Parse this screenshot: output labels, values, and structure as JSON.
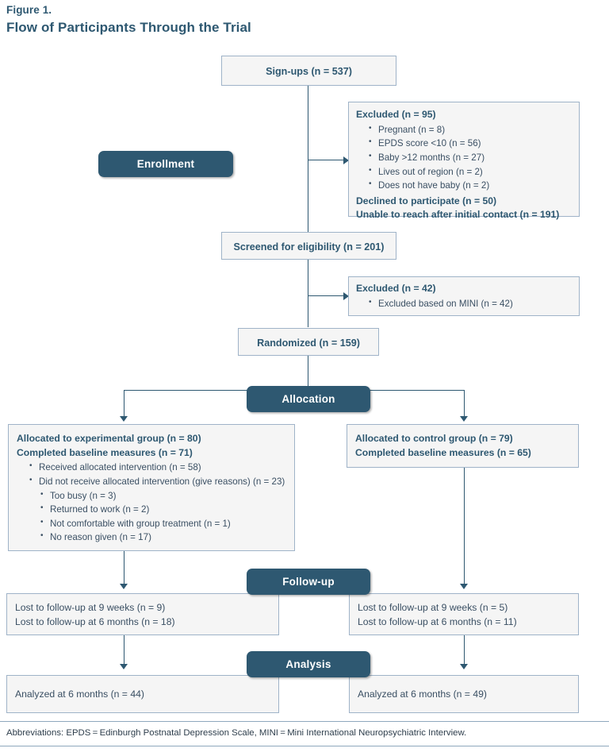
{
  "figure": {
    "label": "Figure 1.",
    "title": "Flow of Participants Through the Trial"
  },
  "colors": {
    "accent_dark": "#2e5871",
    "box_fill": "#f5f5f5",
    "box_border": "#9fb3c8",
    "body_text": "#3a4f63"
  },
  "stages": {
    "enrollment": "Enrollment",
    "allocation": "Allocation",
    "followup": "Follow-up",
    "analysis": "Analysis"
  },
  "nodes": {
    "signups": "Sign-ups (n = 537)",
    "screened": "Screened for eligibility (n = 201)",
    "randomized": "Randomized (n = 159)",
    "excluded_1": {
      "heading": "Excluded (n = 95)",
      "bullets": [
        "Pregnant (n = 8)",
        "EPDS score <10 (n = 56)",
        "Baby >12 months (n = 27)",
        "Lives out of region (n = 2)",
        "Does not have baby (n = 2)"
      ],
      "footer_lines": [
        "Declined to participate (n = 50)",
        "Unable to reach after initial contact (n = 191)"
      ]
    },
    "excluded_2": {
      "heading": "Excluded (n = 42)",
      "bullets": [
        "Excluded based on MINI (n = 42)"
      ]
    },
    "allocated_experimental": {
      "line1": "Allocated to experimental group (n = 80)",
      "line2": "Completed baseline measures (n = 71)",
      "bullets": [
        "Received allocated intervention (n = 58)",
        "Did not receive allocated intervention (give reasons) (n = 23)"
      ],
      "subbullets": [
        "Too busy (n = 3)",
        "Returned to work (n = 2)",
        "Not comfortable with group treatment (n = 1)",
        "No reason given (n = 17)"
      ]
    },
    "allocated_control": {
      "line1": "Allocated to control group (n = 79)",
      "line2": "Completed baseline measures (n = 65)"
    },
    "followup_experimental": {
      "line1": "Lost to follow-up at 9 weeks (n = 9)",
      "line2": "Lost to follow-up at 6 months (n = 18)"
    },
    "followup_control": {
      "line1": "Lost to follow-up at 9 weeks (n = 5)",
      "line2": "Lost to follow-up at 6 months (n = 11)"
    },
    "analysis_experimental": "Analyzed at 6 months (n = 44)",
    "analysis_control": "Analyzed at 6 months (n = 49)"
  },
  "footnote": "Abbreviations: EPDS = Edinburgh Postnatal Depression Scale, MINI = Mini International Neuropsychiatric Interview."
}
